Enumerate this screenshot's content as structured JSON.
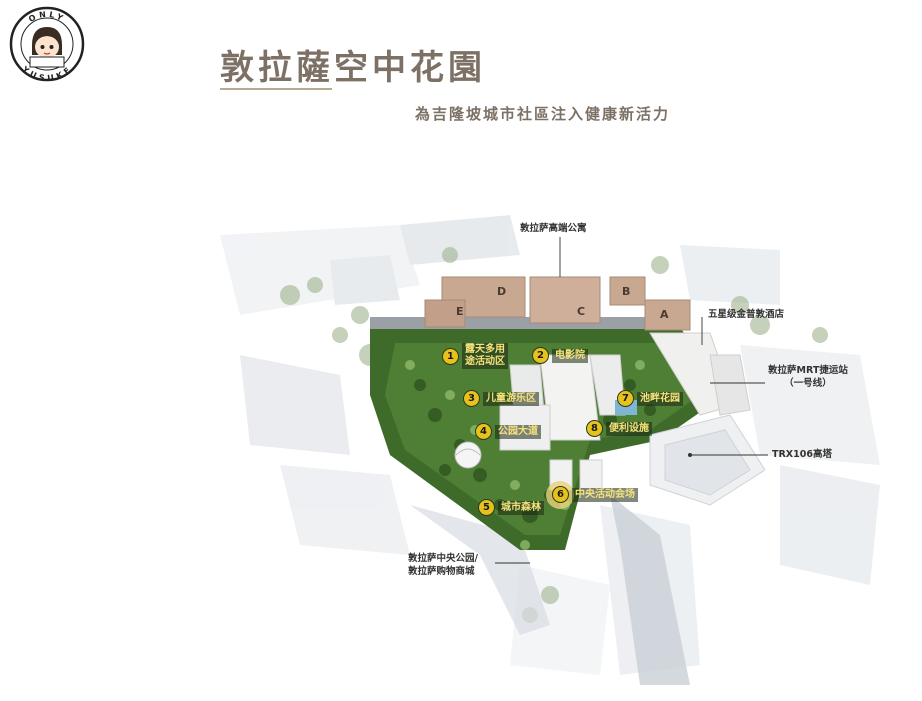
{
  "brand": {
    "top_text": "ONLY",
    "bottom_text": "YUSUKE"
  },
  "header": {
    "title": "敦拉薩空中花園",
    "subtitle": "為吉隆坡城市社區注入健康新活力"
  },
  "map": {
    "callouts": {
      "residence": "敦拉萨高端公寓",
      "hotel": "五星级金普敦酒店",
      "mrt_line1": "敦拉萨MRT捷运站",
      "mrt_line2": "（一号线）",
      "tower": "TRX106高塔",
      "park_line1": "敦拉萨中央公园/",
      "park_line2": "敦拉萨购物商城"
    },
    "buildings": [
      "A",
      "B",
      "C",
      "D",
      "E"
    ],
    "points": [
      {
        "num": "1",
        "label_line1": "露天多用",
        "label_line2": "途活动区"
      },
      {
        "num": "2",
        "label_line1": "电影院"
      },
      {
        "num": "3",
        "label_line1": "儿童游乐区"
      },
      {
        "num": "4",
        "label_line1": "公园大道"
      },
      {
        "num": "5",
        "label_line1": "城市森林"
      },
      {
        "num": "6",
        "label_line1": "中央活动会场"
      },
      {
        "num": "7",
        "label_line1": "池畔花园"
      },
      {
        "num": "8",
        "label_line1": "便利设施"
      }
    ],
    "colors": {
      "badge": "#e7c21d",
      "greenery": "#3f6b2a",
      "residence": "#c9a892",
      "title": "#7d7166"
    }
  }
}
